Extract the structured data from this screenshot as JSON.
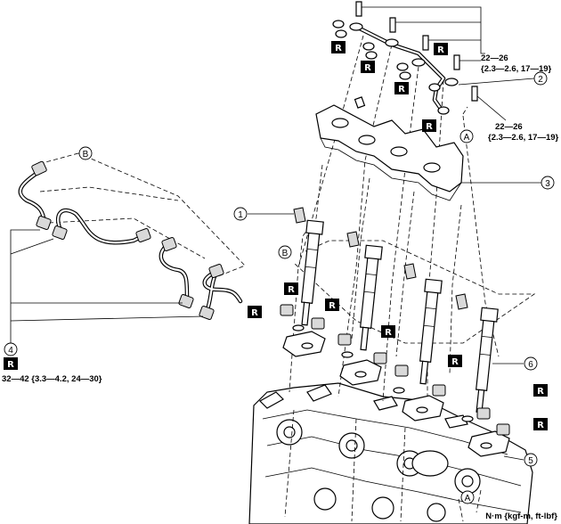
{
  "diagram": {
    "callouts": [
      "1",
      "2",
      "3",
      "4",
      "5",
      "6"
    ],
    "refs": {
      "a": "A",
      "b": "B"
    },
    "replace_mark": "R",
    "torques": {
      "t1_line1": "22—26",
      "t1_line2": "{2.3—2.6, 17—19}",
      "t2_line1": "22—26",
      "t2_line2": "{2.3—2.6, 17—19}",
      "t3": "32—42 {3.3—4.2, 24—30}"
    },
    "unit": "N·m {kgf-m, ft-lbf}"
  }
}
